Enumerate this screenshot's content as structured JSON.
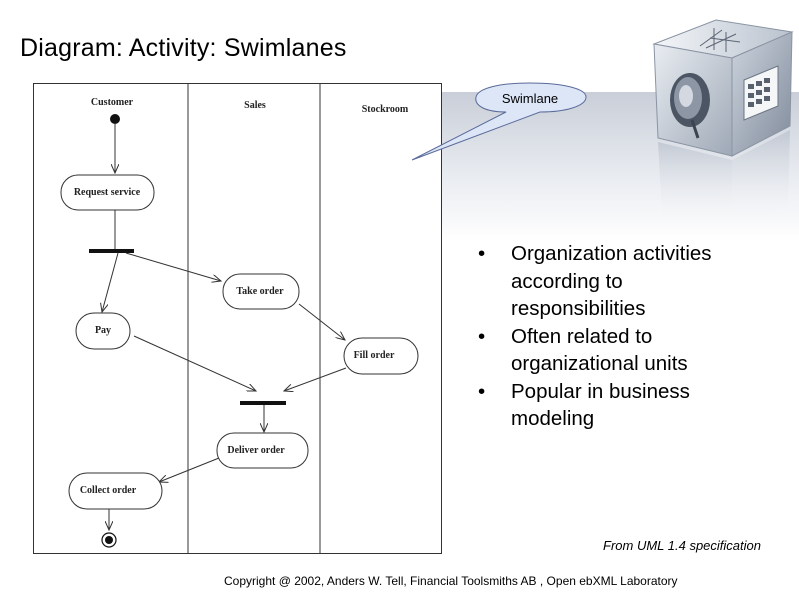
{
  "slide": {
    "title": "Diagram: Activity: Swimlanes",
    "callout": "Swimlane",
    "bullets": [
      {
        "line1": "Organization activities",
        "line2": "according to",
        "line3": "responsibilities"
      },
      {
        "line1": "Often related to",
        "line2": "organizational units"
      },
      {
        "line1": "Popular in business",
        "line2": "modeling"
      }
    ],
    "bullet_glyph": "•",
    "source_note": "From UML 1.4 specification",
    "footer": "Copyright @ 2002, Anders W. Tell, Financial Toolsmiths AB , Open ebXML Laboratory"
  },
  "diagram": {
    "lanes": [
      "Customer",
      "Sales",
      "Stockroom"
    ],
    "activities": {
      "request_service": "Request service",
      "take_order": "Take order",
      "pay": "Pay",
      "fill_order": "Fill order",
      "deliver_order": "Deliver order",
      "collect_order": "Collect order"
    }
  },
  "colors": {
    "callout_fill": "#dde6f7",
    "callout_stroke": "#5a6b9a",
    "diagram_line": "#333333"
  }
}
